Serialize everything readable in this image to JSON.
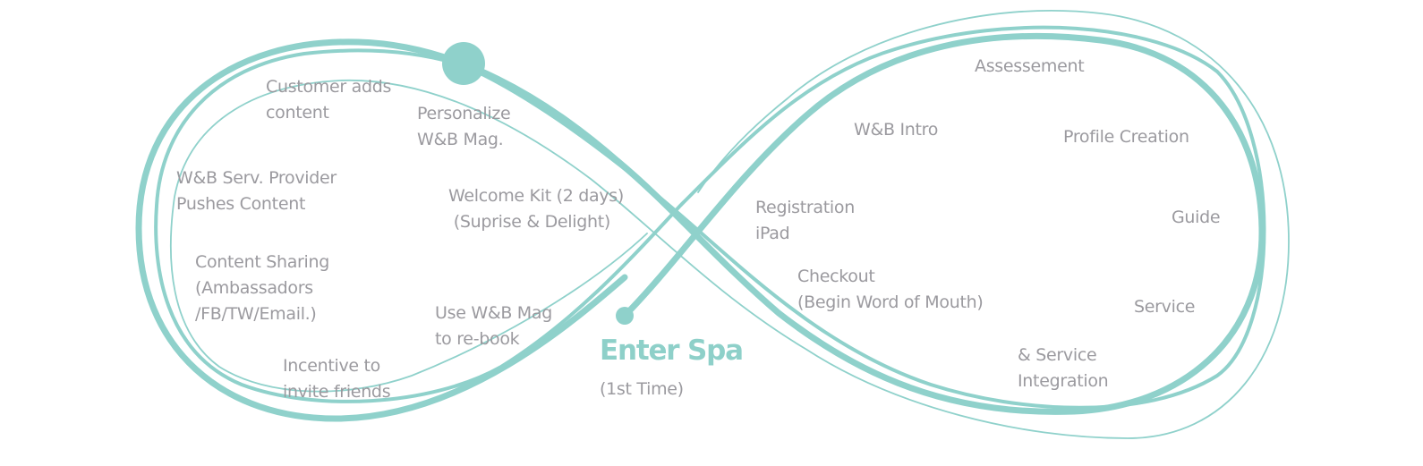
{
  "diagram": {
    "type": "infinity-loop-journey",
    "colors": {
      "loop": "#8fd1cb",
      "label_text": "#9b9a9f",
      "hero_text": "#8ed0c9",
      "background": "#ffffff"
    },
    "start": {
      "title": "Enter Spa",
      "subtitle": "(1st Time)"
    },
    "right_lobe": {
      "stages": [
        {
          "id": "registration",
          "text": "Registration\niPad"
        },
        {
          "id": "wb-intro",
          "text": "W&B Intro"
        },
        {
          "id": "assessement",
          "text": "Assessement"
        },
        {
          "id": "profile-creation",
          "text": "Profile Creation"
        },
        {
          "id": "guide",
          "text": "Guide"
        },
        {
          "id": "service",
          "text": "Service"
        },
        {
          "id": "service-integration",
          "text": "& Service\nIntegration"
        },
        {
          "id": "checkout",
          "text": "Checkout\n(Begin Word of Mouth)"
        }
      ]
    },
    "left_lobe": {
      "stages": [
        {
          "id": "welcome-kit",
          "text": "Welcome Kit (2 days)\n (Suprise & Delight)"
        },
        {
          "id": "personalize",
          "text": "Personalize\nW&B Mag."
        },
        {
          "id": "customer-adds-content",
          "text": "Customer adds\ncontent"
        },
        {
          "id": "provider-pushes",
          "text": "W&B Serv. Provider\nPushes Content"
        },
        {
          "id": "content-sharing",
          "text": "Content Sharing\n(Ambassadors\n/FB/TW/Email.)"
        },
        {
          "id": "incentive",
          "text": "Incentive to\ninvite friends"
        },
        {
          "id": "rebook",
          "text": "Use W&B Mag\nto re-book"
        }
      ]
    }
  }
}
